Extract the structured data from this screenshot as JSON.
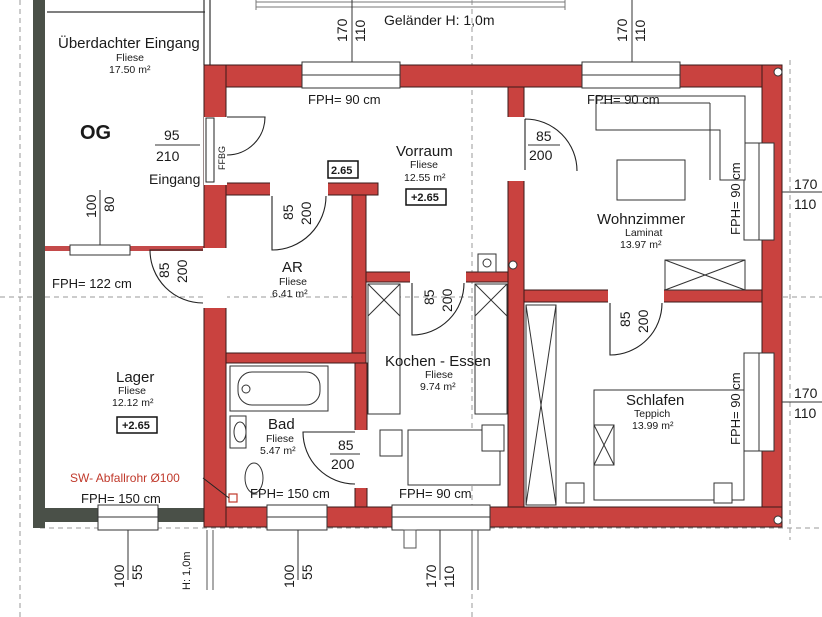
{
  "level_label": "OG",
  "railing_label": "Geländer H: 1,0m",
  "pipe_label": "SW- Abfallrohr Ø100",
  "height_labels": [
    "H: 1,0m"
  ],
  "rooms": [
    {
      "name": "Überdachter Eingang",
      "material": "Fliese",
      "area": "17.50 m²"
    },
    {
      "name": "Vorraum",
      "material": "Fliese",
      "area": "12.55 m²",
      "badge": "+2.65"
    },
    {
      "name": "Wohnzimmer",
      "material": "Laminat",
      "area": "13.97 m²"
    },
    {
      "name": "AR",
      "material": "Fliese",
      "area": "6.41 m²"
    },
    {
      "name": "Lager",
      "material": "Fliese",
      "area": "12.12 m²",
      "badge": "+2.65"
    },
    {
      "name": "Kochen - Essen",
      "material": "Fliese",
      "area": "9.74 m²"
    },
    {
      "name": "Bad",
      "material": "Fliese",
      "area": "5.47 m²"
    },
    {
      "name": "Schlafen",
      "material": "Teppich",
      "area": "13.99 m²"
    }
  ],
  "entry_label": "Eingang",
  "level_badge": "2.65",
  "door_code": "FFBG",
  "fph_labels": [
    "FPH= 90 cm",
    "FPH= 90 cm",
    "FPH= 90 cm",
    "FPH= 122 cm",
    "FPH= 90 cm",
    "FPH= 150 cm",
    "FPH= 150 cm",
    "FPH= 90 cm"
  ],
  "dims": {
    "top_left": [
      "170",
      "110"
    ],
    "top_right": [
      "170",
      "110"
    ],
    "right_upper": [
      "170",
      "110"
    ],
    "right_lower": [
      "170",
      "110"
    ],
    "left_window": [
      "100",
      "80"
    ],
    "entry_door": [
      "95",
      "210"
    ],
    "bottom_1": [
      "100",
      "55"
    ],
    "bottom_2": [
      "100",
      "55"
    ],
    "bottom_3": [
      "170",
      "110"
    ],
    "doors": [
      [
        "85",
        "200"
      ],
      [
        "85",
        "200"
      ],
      [
        "85",
        "200"
      ],
      [
        "85",
        "200"
      ],
      [
        "85",
        "200"
      ],
      [
        "85",
        "200"
      ]
    ]
  }
}
